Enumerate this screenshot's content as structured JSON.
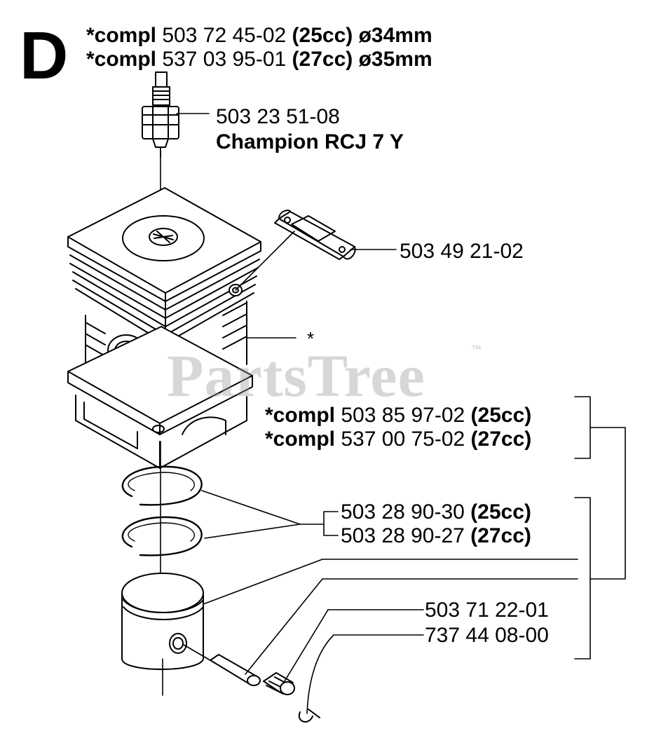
{
  "section_letter": "D",
  "header": {
    "line1": {
      "prefix": "*compl",
      "part": "503 72 45-02",
      "spec": "(25cc) ø34mm"
    },
    "line2": {
      "prefix": "*compl",
      "part": "537 03 95-01",
      "spec": "(27cc) ø35mm"
    }
  },
  "spark_plug": {
    "part": "503 23 51-08",
    "name": "Champion RCJ 7 Y"
  },
  "gasket": {
    "part": "503 49 21-02"
  },
  "cylinder_marker": "*",
  "cylinder_kit": {
    "line1": {
      "prefix": "*compl",
      "part": "503 85 97-02",
      "spec": "(25cc)"
    },
    "line2": {
      "prefix": "*compl",
      "part": "537 00 75-02",
      "spec": "(27cc)"
    }
  },
  "piston_rings": {
    "line1": {
      "part": "503 28 90-30",
      "spec": "(25cc)"
    },
    "line2": {
      "part": "503 28 90-27",
      "spec": "(27cc)"
    }
  },
  "piston_parts": {
    "bearing": "503 71 22-01",
    "circlip": "737 44 08-00"
  },
  "watermark": {
    "text": "PartsTree",
    "tm": "™"
  }
}
